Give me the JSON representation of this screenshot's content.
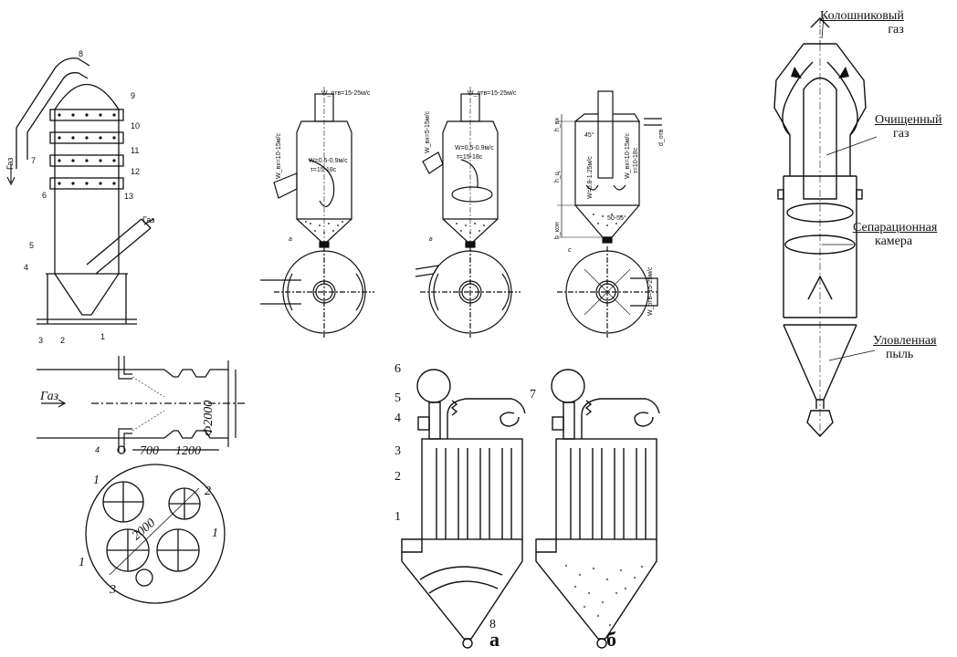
{
  "scrubber": {
    "gas_inlet": "Газ",
    "gas_outlet": "Газ",
    "callouts": [
      "1",
      "2",
      "3",
      "4",
      "5",
      "6",
      "7",
      "8",
      "9",
      "10",
      "11",
      "12",
      "13"
    ]
  },
  "venturi": {
    "gas_label": "Газ",
    "dim_diameter": "Ф2000",
    "dim_700": "700",
    "dim_1200": "1200",
    "callout_4": "4"
  },
  "cross_section": {
    "dim": "2000",
    "callouts": [
      "1",
      "2",
      "1",
      "1",
      "3"
    ]
  },
  "cyclones": {
    "a": {
      "w_out": "W_отв=15-25м/с",
      "w_in": "W_вх=10-15м/с",
      "w_body": "W=0.5-0.9м/с",
      "t": "τ=15-18с",
      "letter": "а"
    },
    "b": {
      "w_out": "W_отв=15-25м/с",
      "w_in": "W_вх=5-15м/с",
      "w_body": "W=0.5-0.9м/с",
      "t": "τ=15-18с",
      "letter": "в"
    },
    "c": {
      "dims": [
        "h_вх",
        "h_ц",
        "h_кон"
      ],
      "w_body": "W=0.8-1.25м/с",
      "w_in": "W_вх=10-15м/с",
      "t": "τ=10-18с",
      "angle": "50-55°",
      "d_out": "d_отв",
      "angle2": "45°",
      "w_out": "W_отв=15-25м/с",
      "letter": "с"
    }
  },
  "bag_filter": {
    "callouts": [
      "6",
      "5",
      "4",
      "3",
      "2",
      "1",
      "7",
      "8"
    ],
    "letter_a": "а",
    "letter_b": "б"
  },
  "dust_catcher": {
    "label1": "Колошниковый газ",
    "label1_l1": "Колошниковый",
    "label1_l2": "газ",
    "label2_l1": "Очищенный",
    "label2_l2": "газ",
    "label3_l1": "Сепарационная",
    "label3_l2": "камера",
    "label4_l1": "Уловленная",
    "label4_l2": "пыль"
  }
}
